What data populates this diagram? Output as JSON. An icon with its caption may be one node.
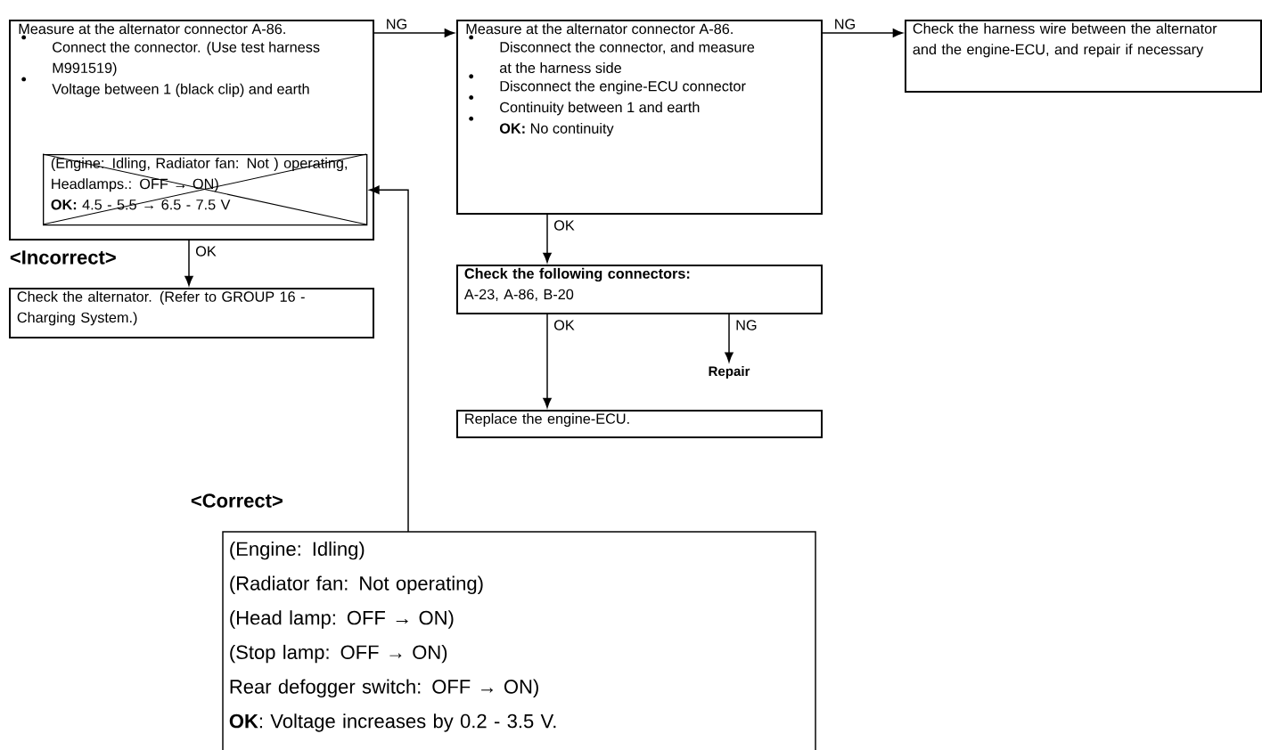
{
  "diagram": {
    "nodes": [
      {
        "text": [
          "Measure at the alternator connector A-86.",
          "Connect the connector. (Use test harness M991519)",
          "Voltage between 1 (black clip) and earth"
        ]
      },
      {
        "text": [
          "(Engine: Idling, Radiator fan: Not ) operating, Headlamps.: OFF → ON)",
          "**OK:** 4.5 - 5.5 → 6.5 - 7.5 V"
        ],
        "in": 0
      },
      {
        "text": [
          "Measure at the alternator connector A-86.",
          "Disconnect the connector, and measure at the harness side",
          "Disconnect the engine-ECU connector",
          "Continuity between 1 and earth",
          "**OK:** No continuity"
        ]
      },
      {
        "text": [
          "Check the harness wire between the alternator and the engine-ECU, and repair if necessary"
        ]
      },
      {
        "text": [
          "Check the alternator. (Refer to GROUP 16 - Charging System.)"
        ]
      },
      {
        "text": [
          "Check the following connectors:",
          "A-23, A-86, B-20"
        ]
      },
      {
        "text": [
          "Repair"
        ]
      },
      {
        "text": [
          "Replace the engine-ECU."
        ]
      },
      {
        "text": [
          "(Engine: Idling)",
          "(Radiator fan: Not operating)",
          "(Head lamp: OFF → ON)",
          "(Stop lamp: OFF → ON)",
          "Rear defogger switch: OFF → ON)",
          "**OK**: Voltage increases by 0.2 - 3.5 V."
        ]
      }
    ],
    "edges": [
      {
        "from": 0,
        "to": 2,
        "arrow": "to",
        "label": "NG"
      },
      {
        "from": 2,
        "to": 3,
        "arrow": "to",
        "label": "NG"
      },
      {
        "from": 0,
        "to": 4,
        "arrow": "to",
        "label": "OK"
      },
      {
        "from": 2,
        "to": 5,
        "arrow": "to",
        "label": "OK"
      },
      {
        "from": 5,
        "to": 7,
        "arrow": "to",
        "label": "OK"
      },
      {
        "from": 5,
        "to": 6,
        "arrow": "to",
        "label": "NG"
      },
      {
        "from": 8,
        "to": 1,
        "arrow": "to"
      }
    ],
    "labels": [
      "<Incorrect>",
      "<Correct>"
    ]
  }
}
